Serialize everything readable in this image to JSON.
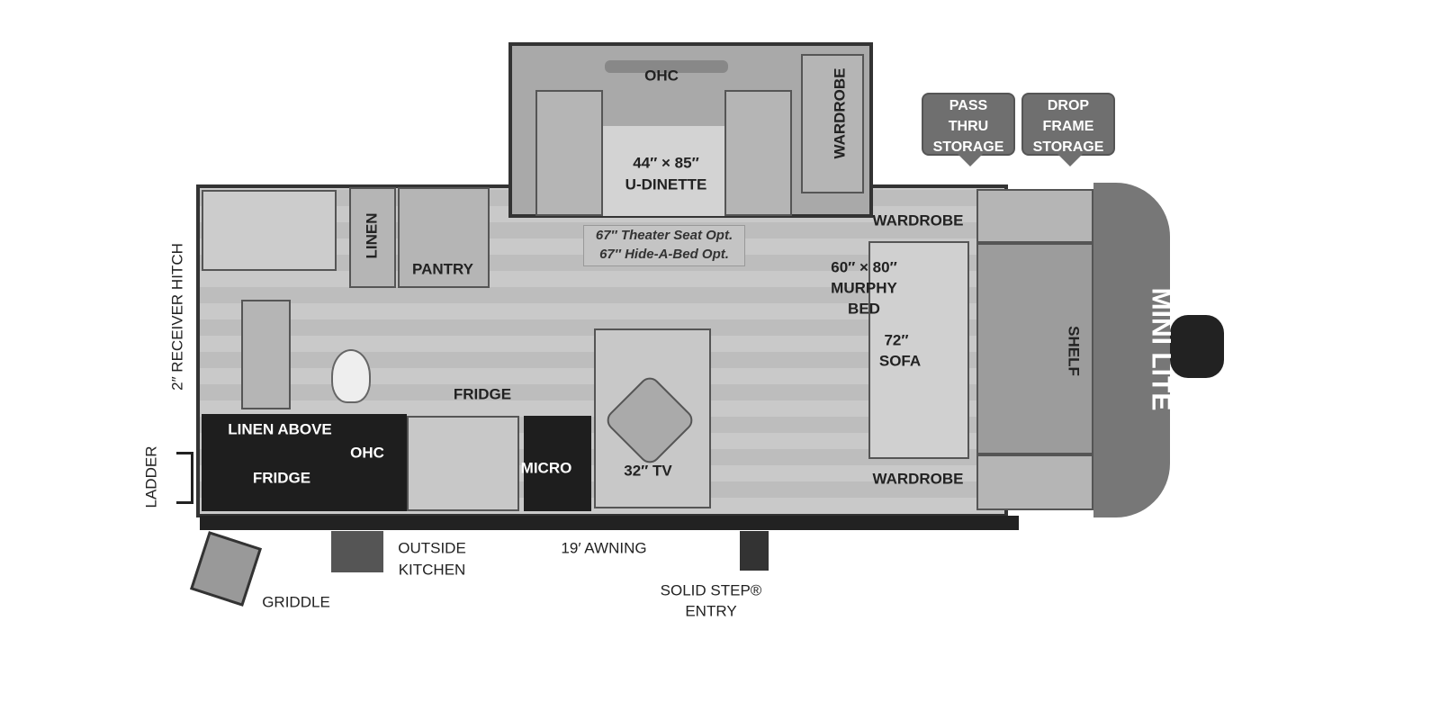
{
  "labels": {
    "ohc_slide": "OHC",
    "wardrobe_slide": "WARDROBE",
    "dinette_size": "44″ × 85″",
    "dinette": "U-DINETTE",
    "option_theater": "67″ Theater Seat Opt.",
    "option_hideabed": "67″ Hide-A-Bed Opt.",
    "wardrobe_top": "WARDROBE",
    "murphy_size": "60″ × 80″",
    "murphy_1": "MURPHY",
    "murphy_2": "BED",
    "sofa_size": "72″",
    "sofa": "SOFA",
    "shelf": "SHELF",
    "hitch": "2″ RECEIVER HITCH",
    "ladder": "LADDER",
    "linen": "LINEN",
    "pantry": "PANTRY",
    "fridge_kitchen": "FRIDGE",
    "linen_above": "LINEN ABOVE",
    "ohc_rear": "OHC",
    "fridge_rear": "FRIDGE",
    "micro": "MICRO",
    "tv": "32″ TV",
    "wardrobe_bottom": "WARDROBE",
    "outside_kitchen_1": "OUTSIDE",
    "outside_kitchen_2": "KITCHEN",
    "awning": "19′ AWNING",
    "griddle": "GRIDDLE",
    "entry_1": "SOLID STEP®",
    "entry_2": "ENTRY"
  },
  "badges": [
    {
      "lines": [
        "PASS",
        "THRU",
        "STORAGE"
      ]
    },
    {
      "lines": [
        "DROP",
        "FRAME",
        "STORAGE"
      ]
    }
  ],
  "logo": "MINI LITE",
  "colors": {
    "badge": "#6f6f6f",
    "wall": "#333333",
    "floor": "#c4c4c4"
  }
}
